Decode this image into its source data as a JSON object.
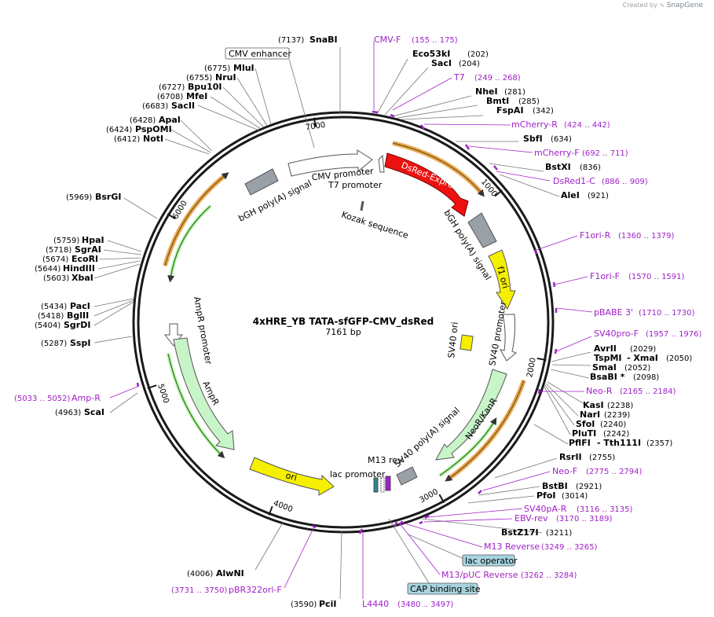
{
  "plasmid": {
    "name": "4xHRE_YB TATA-sfGFP-CMV_dsRed",
    "size_label": "7161 bp",
    "length": 7161
  },
  "credit": {
    "prefix": "Created by",
    "brand": "SnapGene"
  },
  "ticks": [
    "1000",
    "2000",
    "3000",
    "4000",
    "5000",
    "6000",
    "7000"
  ],
  "sites": [
    {
      "name": "SnaBI",
      "pos": "(7137)"
    },
    {
      "name": "Eco53kI",
      "pos": "(202)"
    },
    {
      "name": "SacI",
      "pos": "(204)"
    },
    {
      "name": "NheI",
      "pos": "(281)"
    },
    {
      "name": "BmtI",
      "pos": "(285)"
    },
    {
      "name": "FspAI",
      "pos": "(342)"
    },
    {
      "name": "SbfI",
      "pos": "(634)"
    },
    {
      "name": "BstXI",
      "pos": "(836)"
    },
    {
      "name": "AleI",
      "pos": "(921)"
    },
    {
      "name": "AvrII",
      "pos": "(2029)"
    },
    {
      "name": "TspMI",
      "pos": ""
    },
    {
      "name": "- XmaI",
      "pos": "(2050)"
    },
    {
      "name": "SmaI",
      "pos": "(2052)"
    },
    {
      "name": "BsaBI *",
      "pos": "(2098)"
    },
    {
      "name": "KasI",
      "pos": "(2238)"
    },
    {
      "name": "NarI",
      "pos": "(2239)"
    },
    {
      "name": "SfoI",
      "pos": "(2240)"
    },
    {
      "name": "PluTI",
      "pos": "(2242)"
    },
    {
      "name": "PflFI",
      "pos": ""
    },
    {
      "name": "- Tth111I",
      "pos": "(2357)"
    },
    {
      "name": "RsrII",
      "pos": "(2755)"
    },
    {
      "name": "BstBI",
      "pos": "(2921)"
    },
    {
      "name": "PfoI",
      "pos": "(3014)"
    },
    {
      "name": "BstZ17I",
      "pos": "(3211)"
    },
    {
      "name": "PciI",
      "pos": "(3590)"
    },
    {
      "name": "AlwNI",
      "pos": "(4006)"
    },
    {
      "name": "ScaI",
      "pos": "(4963)"
    },
    {
      "name": "SspI",
      "pos": "(5287)"
    },
    {
      "name": "PacI",
      "pos": "(5434)"
    },
    {
      "name": "BglII",
      "pos": "(5418)"
    },
    {
      "name": "SgrDI",
      "pos": "(5404)"
    },
    {
      "name": "HpaI",
      "pos": "(5759)"
    },
    {
      "name": "SgrAI",
      "pos": "(5718)"
    },
    {
      "name": "EcoRI",
      "pos": "(5674)"
    },
    {
      "name": "HindIII",
      "pos": "(5644)"
    },
    {
      "name": "XbaI",
      "pos": "(5603)"
    },
    {
      "name": "BsrGI",
      "pos": "(5969)"
    },
    {
      "name": "ApaI",
      "pos": "(6428)"
    },
    {
      "name": "PspOMI",
      "pos": "(6424)"
    },
    {
      "name": "NotI",
      "pos": "(6412)"
    },
    {
      "name": "MluI",
      "pos": "(6775)"
    },
    {
      "name": "NruI",
      "pos": "(6755)"
    },
    {
      "name": "Bpu10I",
      "pos": "(6727)"
    },
    {
      "name": "MfeI",
      "pos": "(6708)"
    },
    {
      "name": "SacII",
      "pos": "(6683)"
    }
  ],
  "primers": [
    {
      "name": "CMV-F",
      "range": "(155 .. 175)"
    },
    {
      "name": "T7",
      "range": "(249 .. 268)"
    },
    {
      "name": "mCherry-R",
      "range": "(424 .. 442)"
    },
    {
      "name": "mCherry-F",
      "range": "(692 .. 711)"
    },
    {
      "name": "DsRed1-C",
      "range": "(886 .. 909)"
    },
    {
      "name": "F1ori-R",
      "range": "(1360 .. 1379)"
    },
    {
      "name": "F1ori-F",
      "range": "(1570 .. 1591)"
    },
    {
      "name": "pBABE 3'",
      "range": "(1710 .. 1730)"
    },
    {
      "name": "SV40pro-F",
      "range": "(1957 .. 1976)"
    },
    {
      "name": "Neo-R",
      "range": "(2165 .. 2184)"
    },
    {
      "name": "Neo-F",
      "range": "(2775 .. 2794)"
    },
    {
      "name": "SV40pA-R",
      "range": "(3116 .. 3135)"
    },
    {
      "name": "EBV-rev",
      "range": "(3170 .. 3189)"
    },
    {
      "name": "M13 Reverse",
      "range": "(3249 .. 3265)"
    },
    {
      "name": "M13/pUC Reverse",
      "range": "(3262 .. 3284)"
    },
    {
      "name": "L4440",
      "range": "(3480 .. 3497)"
    },
    {
      "name": "pBR322ori-F",
      "range": "(3731 .. 3750)"
    },
    {
      "name": "Amp-R",
      "range": "(5033 .. 5052)"
    }
  ],
  "features": {
    "cmv_enhancer": "CMV enhancer",
    "cmv_promoter": "CMV promoter",
    "t7_promoter": "T7 promoter",
    "kozak": "Kozak sequence",
    "dsred": "DsRed-Express",
    "bgh_left": "bGH poly(A) signal",
    "bgh_right": "bGH poly(A) signal",
    "f1_ori": "f1 ori",
    "sv40_promoter": "SV40 promoter",
    "sv40_ori": "SV40 ori",
    "neo": "NeoR/KanR",
    "sv40_polya": "SV40 poly(A) signal",
    "m13_rev": "M13 rev",
    "lac_promoter": "lac promoter",
    "lac_operator": "lac operator",
    "cap_site": "CAP binding site",
    "ori": "ori",
    "ampr": "AmpR",
    "ampr_promoter": "AmpR promoter"
  },
  "colors": {
    "backbone": "#1a1a1a",
    "primer": "#a020c8",
    "dsred": "#ee1111",
    "yellow": "#f5f000",
    "green": "#c8f5c8",
    "grey": "#9aa0a8",
    "orange": "#e8a040",
    "darkgreen": "#3a8a10",
    "labelbox": "#a8d4e0"
  }
}
